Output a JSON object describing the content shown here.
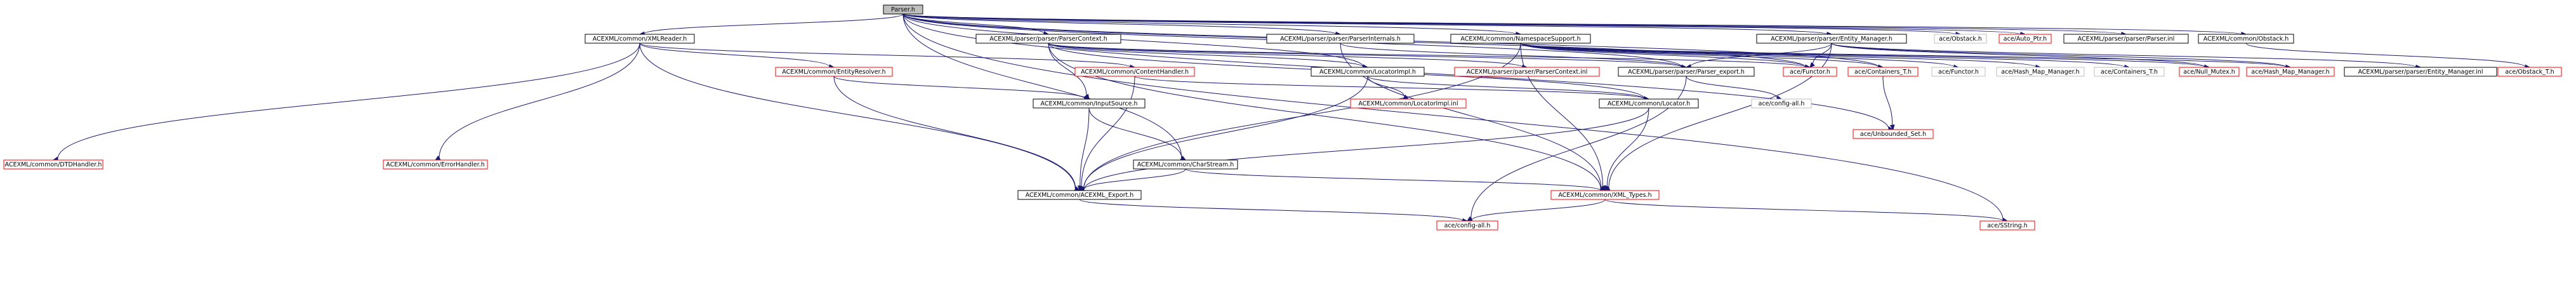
{
  "colors": {
    "root_fill": "#bfbfbf",
    "root_border": "#000000",
    "documented_border": "#000000",
    "undocumented_border": "#ff0000",
    "external_border": "#bfbfbf",
    "edge": "#191970",
    "text": "#000000"
  },
  "nodes": [
    {
      "id": "parser_h",
      "label": "Parser.h",
      "kind": "root"
    },
    {
      "id": "xmlreader",
      "label": "ACEXML/common/XMLReader.h",
      "kind": "documented"
    },
    {
      "id": "parsercontext",
      "label": "ACEXML/parser/parser/ParserContext.h",
      "kind": "documented"
    },
    {
      "id": "parserinternals",
      "label": "ACEXML/parser/parser/ParserInternals.h",
      "kind": "documented"
    },
    {
      "id": "nssupport",
      "label": "ACEXML/common/NamespaceSupport.h",
      "kind": "documented"
    },
    {
      "id": "entitymgr",
      "label": "ACEXML/parser/parser/Entity_Manager.h",
      "kind": "documented"
    },
    {
      "id": "obstack_h",
      "label": "ace/Obstack.h",
      "kind": "external"
    },
    {
      "id": "autoptr",
      "label": "ace/Auto_Ptr.h",
      "kind": "undocumented"
    },
    {
      "id": "parser_inl",
      "label": "ACEXML/parser/parser/Parser.inl",
      "kind": "documented"
    },
    {
      "id": "acexml_obstack",
      "label": "ACEXML/common/Obstack.h",
      "kind": "documented"
    },
    {
      "id": "entityresolver",
      "label": "ACEXML/common/EntityResolver.h",
      "kind": "undocumented"
    },
    {
      "id": "contenthandler",
      "label": "ACEXML/common/ContentHandler.h",
      "kind": "undocumented"
    },
    {
      "id": "locatorimpl_h",
      "label": "ACEXML/common/LocatorImpl.h",
      "kind": "documented"
    },
    {
      "id": "parsercontext_inl",
      "label": "ACEXML/parser/parser/ParserContext.inl",
      "kind": "undocumented"
    },
    {
      "id": "parser_export",
      "label": "ACEXML/parser/parser/Parser_export.h",
      "kind": "documented"
    },
    {
      "id": "functor_h",
      "label": "ace/Functor.h",
      "kind": "undocumented"
    },
    {
      "id": "containers_t",
      "label": "ace/Containers_T.h",
      "kind": "undocumented"
    },
    {
      "id": "ace_functor_ext",
      "label": "ace/Functor.h",
      "kind": "external"
    },
    {
      "id": "hash_map_ext",
      "label": "ace/Hash_Map_Manager.h",
      "kind": "external"
    },
    {
      "id": "containers_ext",
      "label": "ace/Containers_T.h",
      "kind": "external"
    },
    {
      "id": "null_mutex",
      "label": "ace/Null_Mutex.h",
      "kind": "undocumented"
    },
    {
      "id": "hash_map_h",
      "label": "ace/Hash_Map_Manager.h",
      "kind": "undocumented"
    },
    {
      "id": "entitymgr_inl",
      "label": "ACEXML/parser/parser/Entity_Manager.inl",
      "kind": "documented"
    },
    {
      "id": "obstack_t",
      "label": "ace/Obstack_T.h",
      "kind": "undocumented"
    },
    {
      "id": "inputsource",
      "label": "ACEXML/common/InputSource.h",
      "kind": "documented"
    },
    {
      "id": "locatorimpl_inl",
      "label": "ACEXML/common/LocatorImpl.inl",
      "kind": "undocumented"
    },
    {
      "id": "locator_h",
      "label": "ACEXML/common/Locator.h",
      "kind": "documented"
    },
    {
      "id": "config_all_ext",
      "label": "ace/config-all.h",
      "kind": "external"
    },
    {
      "id": "unbounded_set",
      "label": "ace/Unbounded_Set.h",
      "kind": "undocumented"
    },
    {
      "id": "dtdhandler",
      "label": "ACEXML/common/DTDHandler.h",
      "kind": "undocumented"
    },
    {
      "id": "errorhandler",
      "label": "ACEXML/common/ErrorHandler.h",
      "kind": "undocumented"
    },
    {
      "id": "charstream",
      "label": "ACEXML/common/CharStream.h",
      "kind": "documented"
    },
    {
      "id": "acexml_export",
      "label": "ACEXML/common/ACEXML_Export.h",
      "kind": "documented"
    },
    {
      "id": "xml_types",
      "label": "ACEXML/common/XML_Types.h",
      "kind": "undocumented"
    },
    {
      "id": "config_all_h",
      "label": "ace/config-all.h",
      "kind": "undocumented"
    },
    {
      "id": "sstring",
      "label": "ace/SString.h",
      "kind": "undocumented"
    }
  ],
  "edges": [
    [
      "parser_h",
      "xmlreader"
    ],
    [
      "parser_h",
      "parsercontext"
    ],
    [
      "parser_h",
      "parserinternals"
    ],
    [
      "parser_h",
      "nssupport"
    ],
    [
      "parser_h",
      "entitymgr"
    ],
    [
      "parser_h",
      "obstack_h"
    ],
    [
      "parser_h",
      "autoptr"
    ],
    [
      "parser_h",
      "parser_inl"
    ],
    [
      "parser_h",
      "acexml_obstack"
    ],
    [
      "parser_h",
      "parser_export"
    ],
    [
      "parser_h",
      "locatorimpl_h"
    ],
    [
      "parser_h",
      "charstream"
    ],
    [
      "parser_h",
      "functor_h"
    ],
    [
      "parser_h",
      "containers_t"
    ],
    [
      "parser_h",
      "unbounded_set"
    ],
    [
      "parser_h",
      "sstring"
    ],
    [
      "xmlreader",
      "entityresolver"
    ],
    [
      "xmlreader",
      "contenthandler"
    ],
    [
      "xmlreader",
      "dtdhandler"
    ],
    [
      "xmlreader",
      "errorhandler"
    ],
    [
      "xmlreader",
      "acexml_export"
    ],
    [
      "entityresolver",
      "inputsource"
    ],
    [
      "entityresolver",
      "acexml_export"
    ],
    [
      "contenthandler",
      "locator_h"
    ],
    [
      "contenthandler",
      "acexml_export"
    ],
    [
      "parsercontext",
      "parsercontext_inl"
    ],
    [
      "parsercontext",
      "parser_export"
    ],
    [
      "parsercontext",
      "locatorimpl_h"
    ],
    [
      "parsercontext",
      "inputsource"
    ],
    [
      "parsercontext",
      "functor_h"
    ],
    [
      "parsercontext",
      "xml_types"
    ],
    [
      "parsercontext",
      "locator_h"
    ],
    [
      "parserinternals",
      "parser_export"
    ],
    [
      "parserinternals",
      "xml_types"
    ],
    [
      "nssupport",
      "ace_functor_ext"
    ],
    [
      "nssupport",
      "hash_map_ext"
    ],
    [
      "nssupport",
      "containers_ext"
    ],
    [
      "nssupport",
      "functor_h"
    ],
    [
      "nssupport",
      "null_mutex"
    ],
    [
      "nssupport",
      "hash_map_h"
    ],
    [
      "nssupport",
      "containers_t"
    ],
    [
      "nssupport",
      "acexml_export"
    ],
    [
      "nssupport",
      "xml_types"
    ],
    [
      "entitymgr",
      "entitymgr_inl"
    ],
    [
      "entitymgr",
      "null_mutex"
    ],
    [
      "entitymgr",
      "hash_map_h"
    ],
    [
      "entitymgr",
      "parser_export"
    ],
    [
      "entitymgr",
      "functor_h"
    ],
    [
      "entitymgr",
      "xml_types"
    ],
    [
      "acexml_obstack",
      "obstack_t"
    ],
    [
      "locatorimpl_h",
      "locatorimpl_inl"
    ],
    [
      "locatorimpl_h",
      "locator_h"
    ],
    [
      "locatorimpl_h",
      "acexml_export"
    ],
    [
      "parser_export",
      "config_all_ext"
    ],
    [
      "parser_export",
      "config_all_h"
    ],
    [
      "containers_t",
      "unbounded_set"
    ],
    [
      "inputsource",
      "charstream"
    ],
    [
      "inputsource",
      "acexml_export"
    ],
    [
      "locator_h",
      "xml_types"
    ],
    [
      "locator_h",
      "acexml_export"
    ],
    [
      "charstream",
      "acexml_export"
    ],
    [
      "charstream",
      "xml_types"
    ],
    [
      "acexml_export",
      "config_all_h"
    ],
    [
      "xml_types",
      "config_all_h"
    ],
    [
      "xml_types",
      "sstring"
    ]
  ]
}
